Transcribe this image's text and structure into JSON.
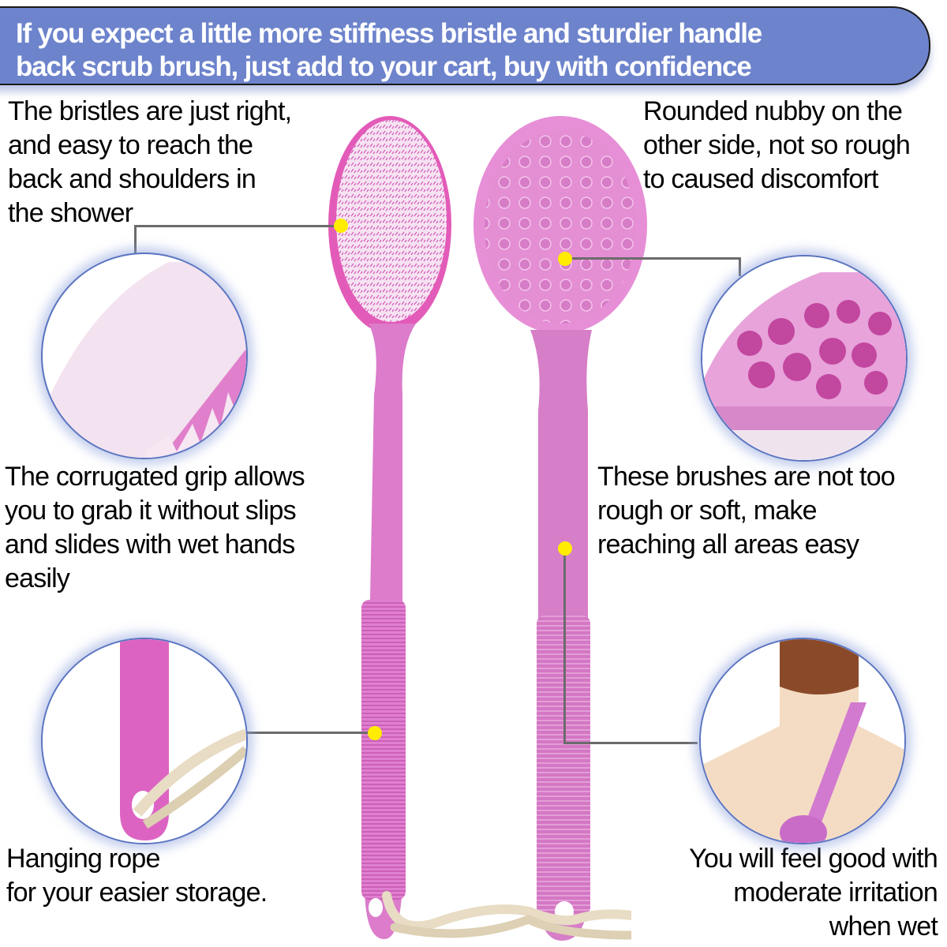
{
  "banner": {
    "line1": "If you expect a little more stiffness bristle and sturdier handle",
    "line2": "back scrub brush, just add to your cart, buy with confidence",
    "color": "#6d83cc"
  },
  "captions": {
    "bristles": "The bristles are just right,\nand easy to reach the\nback and shoulders in\nthe shower",
    "nubby": "Rounded nubby on the\nother side, not so rough\nto caused discomfort",
    "grip": "The corrugated grip allows\nyou to grab it without slips\nand slides with wet hands\neasily",
    "texture": "These brushes are not too\nrough or soft, make\nreaching all areas easy",
    "rope": "Hanging rope\nfor your easier storage.",
    "feel": "You will feel good with\nmoderate irritation\nwhen wet"
  },
  "icons": {
    "callout_dot": "yellow-dot",
    "brush_front": "bristle-brush",
    "brush_back": "nubby-brush",
    "detail_bristles": "bristle-closeup",
    "detail_nubs": "nub-closeup",
    "detail_rope": "rope-closeup",
    "detail_back": "back-scrub-photo"
  },
  "colors": {
    "brush_pink": "#d85fc0",
    "brush_pink_light": "#e99ada",
    "accent_yellow": "#ffec00",
    "leader_gray": "#6b6b6b",
    "circle_border": "#5a74c0",
    "rope": "#e8dcc4"
  }
}
